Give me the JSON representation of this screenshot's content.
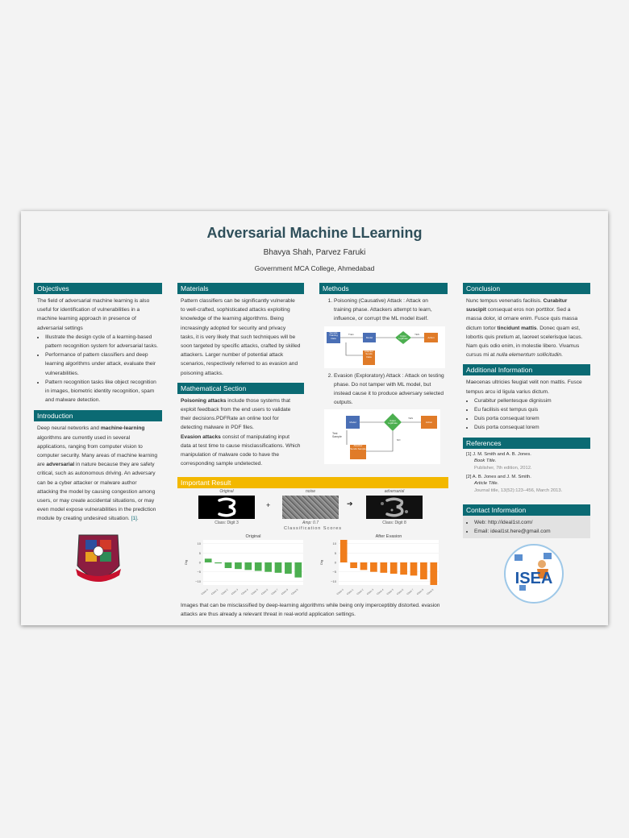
{
  "title": "Adversarial Machine LLearning",
  "authors": "Bhavya Shah, Parvez Faruki",
  "affiliation": "Government MCA College, Ahmedabad",
  "objectives": {
    "heading": "Objectives",
    "intro": "The field of adversarial machine learning is also useful for identification of vulnerabilities in a machine learning approach in presence of adversarial settings",
    "bullets": [
      "Illustrate the design cycle of a learning-based pattern recognition system for adversarial tasks.",
      "Performance of pattern classifiers and deep learning algorithms under attack, evaluate their vulnerabilities.",
      "Pattern recognition tasks like object recognition in images, biometric identity recognition, spam and malware detection."
    ]
  },
  "introduction": {
    "heading": "Introduction",
    "p1": "Deep neural networks and ",
    "b1": "machine-learning",
    "p2": " algorithms are currently used in several applications, ranging from computer vision to computer security. Many areas of machine learning are ",
    "b2": "adversarial",
    "p3": " in nature because they are safety critical, such as autonomous driving. An adversary can be a cyber attacker or malware author attacking the model by causing congestion among users, or may create accidental situations, or may even model expose vulnerabilities in the prediction module by creating undesired situation. ",
    "cite": "[1]",
    "end": "."
  },
  "materials": {
    "heading": "Materials",
    "text": "Pattern classifiers can be significantly vulnerable to well-crafted, sophisticated attacks exploiting knowledge of the learning algorithms. Being increasingly adopted for security and privacy tasks, it is very likely that such techniques will be soon targeted by specific attacks, crafted by skilled attackers. Larger number of potential attack scenarios, respectively referred to as evasion and poisoning attacks."
  },
  "math": {
    "heading": "Mathematical Section",
    "b1": "Poisoning attacks",
    "t1": " include those systems that exploit feedback from the end users to validate their decisions.PDFRate an online tool for detecting malware in PDF files.",
    "b2": "Evasion attacks",
    "t2": " consist of manipulating input data at test time to cause misclassifications. Which manipulation of malware code to have the corresponding sample undetected."
  },
  "methods": {
    "heading": "Methods",
    "items": [
      "Poisoning (Causative) Attack : Attack on training phase. Attackers attempt to learn, influence, or corrupt the ML model itself.",
      "Evasion (Exploratory) Attack : Attack on testing phase. Do not tamper with ML model, but instead cause it to produce adversary selected outputs."
    ],
    "diagram1": {
      "input": "Sample Training Data",
      "train": "Train",
      "model": "Model",
      "decision": "Output Legitimate",
      "yes": "YES",
      "action": "Action",
      "attacker": "Attacker Sends Data"
    },
    "diagram2": {
      "model": "Model",
      "decision": "Output Legitimate",
      "yes": "YES",
      "no": "NO",
      "action": "Action",
      "sample": "Test Sample",
      "attacker": "Attacker Sends Sample"
    }
  },
  "result": {
    "heading": "Important Result",
    "img_labels": [
      "Original",
      "noise",
      "adversarial"
    ],
    "img_captions": [
      "Class: Digit 3",
      "Amp: 0.7",
      "Class: Digit 8"
    ],
    "scores_title": "Classification Scores",
    "caption": "Images that can be misclassified by deep-learning algorithms while being only imperceptibly distorted. evasion attacks are thus already a relevant threat in real-world application settings."
  },
  "chart_data": [
    {
      "type": "bar",
      "title": "Original",
      "ylabel": "Dig",
      "categories": [
        "Class 0",
        "Class 1",
        "Class 2",
        "Class 3",
        "Class 4",
        "Class 5",
        "Class 6",
        "Class 7",
        "Class 8",
        "Class 9"
      ],
      "values": [
        2,
        -0.5,
        -3,
        -3.5,
        -4,
        -4.5,
        -5,
        -5.5,
        -6,
        -8
      ],
      "ylim": [
        -12,
        12
      ],
      "yticks": [
        "10",
        "5",
        "0",
        "−5",
        "−10"
      ],
      "color": "#4caf50",
      "highlight_color": "#4caf50"
    },
    {
      "type": "bar",
      "title": "After Evasion",
      "ylabel": "Dig",
      "categories": [
        "Class 0",
        "Class 1",
        "Class 2",
        "Class 3",
        "Class 4",
        "Class 5",
        "Class 6",
        "Class 7",
        "Class 8",
        "Class 9"
      ],
      "values": [
        15,
        -3,
        -4,
        -5,
        -5.5,
        -6,
        -6.5,
        -7,
        -9,
        -15
      ],
      "ylim": [
        -12,
        12
      ],
      "yticks": [
        "10",
        "5",
        "0",
        "−5",
        "−10"
      ],
      "color": "#f07d1b",
      "highlight_color": "#f07d1b"
    }
  ],
  "conclusion": {
    "heading": "Conclusion",
    "t1": "Nunc tempus venenatis facilisis. ",
    "b1": "Curabitur suscipit",
    "t2": " consequat eros non porttitor. Sed a massa dolor, id ornare enim. Fusce quis massa dictum tortor ",
    "b2": "tincidunt mattis",
    "t3": ". Donec quam est, lobortis quis pretium at, laoreet scelerisque lacus. Nam quis odio enim, in molestie libero. Vivamus cursus mi at ",
    "i1": "nulla elementum sollicitudin",
    "t4": "."
  },
  "additional": {
    "heading": "Additional Information",
    "intro": "Maecenas ultricies feugiat velit non mattis. Fusce tempus arcu id ligula varius dictum.",
    "bullets": [
      "Curabitur pellentesque dignissim",
      "Eu facilisis est tempus quis",
      "Duis porta consequat lorem",
      "Duis porta consequat lorem"
    ]
  },
  "references": {
    "heading": "References",
    "items": [
      {
        "num": "[1]",
        "authors": "J. M. Smith and A. B. Jones.",
        "title": "Book Title.",
        "pub": "Publisher, 7th edition, 2012."
      },
      {
        "num": "[2]",
        "authors": "A. B. Jones and J. M. Smith.",
        "title": "Article Title.",
        "pub": "Journal title, 13(52):123–456, March 2013."
      }
    ]
  },
  "contact": {
    "heading": "Contact Information",
    "web": "Web: http://ideal1st.com/",
    "email": "Email: ideal1st.here@gmail.com"
  },
  "logos": {
    "right_text": "ISEA"
  },
  "colors": {
    "header": "#0b6a73",
    "gold": "#f3b800",
    "title": "#2f4f5a"
  }
}
